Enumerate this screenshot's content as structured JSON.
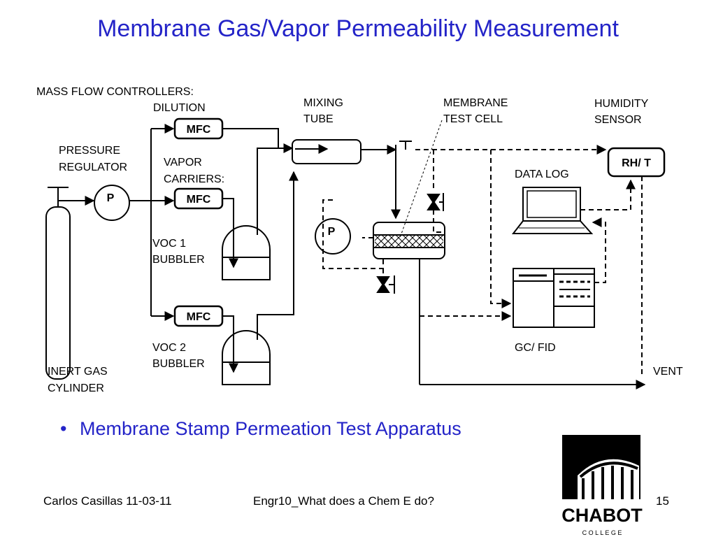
{
  "slide": {
    "title": "Membrane Gas/Vapor Permeability Measurement",
    "bullet": "Membrane Stamp Permeation Test Apparatus",
    "footer_left": "Carlos Casillas 11-03-11",
    "footer_center": "Engr10_What does a Chem E do?",
    "page_number": "15"
  },
  "diagram": {
    "mass_flow_title": "MASS FLOW CONTROLLERS:",
    "dilution": "DILUTION",
    "pressure_regulator": [
      "PRESSURE",
      "REGULATOR"
    ],
    "vapor_carriers": [
      "VAPOR",
      "CARRIERS:"
    ],
    "voc1": [
      "VOC 1",
      "BUBBLER"
    ],
    "voc2": [
      "VOC 2",
      "BUBBLER"
    ],
    "inert_gas": [
      "INERT GAS",
      "CYLINDER"
    ],
    "mixing_tube": [
      "MIXING",
      "TUBE"
    ],
    "membrane_cell": [
      "MEMBRANE",
      "TEST CELL"
    ],
    "humidity_sensor": [
      "HUMIDITY",
      "SENSOR"
    ],
    "data_log": "DATA LOG",
    "gc_fid": "GC/ FID",
    "vent": "VENT",
    "mfc": "MFC",
    "p": "P",
    "rh_t": "RH/ T"
  },
  "logo": {
    "name": "CHABOT",
    "sub": "C O L L E G E"
  }
}
